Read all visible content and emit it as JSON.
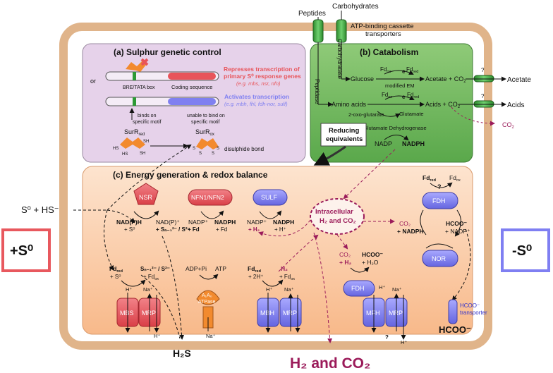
{
  "top_labels": {
    "peptides": "Peptides",
    "carbohydrates": "Carbohydrates",
    "abc": "ATP-binding cassette",
    "abc2": "transporters"
  },
  "panel_a": {
    "title": "(a) Sulphur genetic control",
    "or": "or",
    "bre_tata": "BRE/TATA box",
    "coding_sequence": "Coding sequence",
    "represses_1": "Represses transcription of",
    "represses_2": "primary S⁰ response genes",
    "represses_3": "(e.g. mbs, nsr, nfn)",
    "activates_1": "Activates transcription",
    "activates_2": "(e.g. mbh, fhl, fdh-nor, sulf)",
    "binds_1": "binds on",
    "binds_2": "specific motif",
    "unable_1": "unable to bind on",
    "unable_2": "specific motif",
    "surr_red": "SurR",
    "surr_red_sub": "red",
    "surr_ox": "SurR",
    "surr_ox_sub": "ox",
    "hs1": "HS",
    "sh1": "SH",
    "hs2": "HS",
    "sh2": "SH",
    "s1": "S",
    "s2": "S",
    "s3": "S",
    "s4": "S",
    "disulphide": "disulphide bond"
  },
  "panel_b": {
    "title": "(b) Catabolism",
    "peptidase": "Peptidase",
    "carbohydratase": "Carbohydratase",
    "glucose": "Glucose",
    "fdox": "Fd",
    "fdox_sub": "ox",
    "fdred": "Fd",
    "fdred_sub": "red",
    "e": "e",
    "modified_em": "modified EM",
    "acetate_co2": "Acetate + CO",
    "co2_sub": "2",
    "q1": "?",
    "acetate": "Acetate",
    "amino_acids": "Amino acids",
    "fdox2": "Fd",
    "fdred2": "Fd",
    "e2": "e",
    "oxo": "2-oxo-glutarate",
    "glutamate": "Glutamate",
    "acids_co2": "Acids + CO",
    "q2": "?",
    "acids": "Acids",
    "gdh": "Glutamate Dehydrogenase",
    "reducing_1": "Reducing",
    "reducing_2": "equivalents",
    "nadp": "NADP",
    "nadph": "NADPH",
    "co2_out": "CO"
  },
  "panel_c": {
    "title": "(c) Energy generation & redox balance",
    "nsr": "NSR",
    "nfn": "NFN1/NFN2",
    "sulf": "SULF",
    "fdh": "FDH",
    "nor": "NOR",
    "fdh2": "FDH",
    "intracellular_1": "Intracellular",
    "intracellular_2": "H₂ and CO₂",
    "nsr_left_1": "NAD(P)H",
    "nsr_left_2": "+ S⁰",
    "nsr_right_1": "NAD(P)⁺",
    "nsr_right_2": "+ Sₙ₋₁²⁻ / S²⁻",
    "nfn_left_1": "NADP⁺",
    "nfn_left_2": "+ Fd",
    "nfn_right_1": "NADPH",
    "nfn_right_2": "+ Fd",
    "sulf_left_1": "NADP⁺",
    "sulf_left_2": "+ H₂",
    "sulf_right_1": "NADPH",
    "sulf_right_2": "+ H⁺",
    "fdh_fd_red": "Fd",
    "fdh_fd_ox": "Fd",
    "fdh_q": "?",
    "co2_nadph_1": "CO₂",
    "co2_nadph_2": "+ NADPH",
    "hcoo_nadp_1": "HCOO⁻",
    "hcoo_nadp_2": "+ NADP⁺",
    "mbs_left_1": "Fd",
    "mbs_left_2": "+ S⁰",
    "mbs_right_1": "Sₙ₋₁²⁻ / S²⁻",
    "mbs_right_2": "+ Fd",
    "adp": "ADP+Pi",
    "atp": "ATP",
    "mbh_left_1": "Fd",
    "mbh_left_2": "+ 2H⁺",
    "mbh_right_1": "H₂",
    "mbh_right_2": "+ Fd",
    "mfh_left_1": "CO₂",
    "mfh_left_2": "+ H₂",
    "mfh_right_1": "HCOO⁻",
    "mfh_right_2": "+ H₂O",
    "mbs": "MBS",
    "mrp1": "MRP",
    "atpase_1": "A₁A₀",
    "atpase_2": "ATPase",
    "mbh": "MBH",
    "mrp2": "MRP",
    "mfh": "MFH",
    "mrp3": "MRP",
    "hcoo_transporter_1": "HCOO⁻",
    "hcoo_transporter_2": "transporter",
    "hplus": "H⁺",
    "naplus": "Na⁺",
    "q3": "?"
  },
  "outside": {
    "s0_hs": "S⁰ + HS⁻",
    "plus_s0": "+S⁰",
    "minus_s0": "-S⁰",
    "h2s": "H₂S",
    "hcoo": "HCOO⁻",
    "h2_co2": "H₂ and CO₂"
  },
  "colors": {
    "cell_border": "#e0b48a",
    "panel_a_fill": "#e6d2ea",
    "panel_b_fill": "#77bf66",
    "panel_c_fill": "#fbd2b4",
    "red_enzyme": "#e8545a",
    "blue_enzyme": "#8080f0",
    "orange_protein": "#f28a2e",
    "purple_text": "#9b1b5a",
    "red_box": "#e8585e",
    "blue_box": "#7f7ff2"
  }
}
